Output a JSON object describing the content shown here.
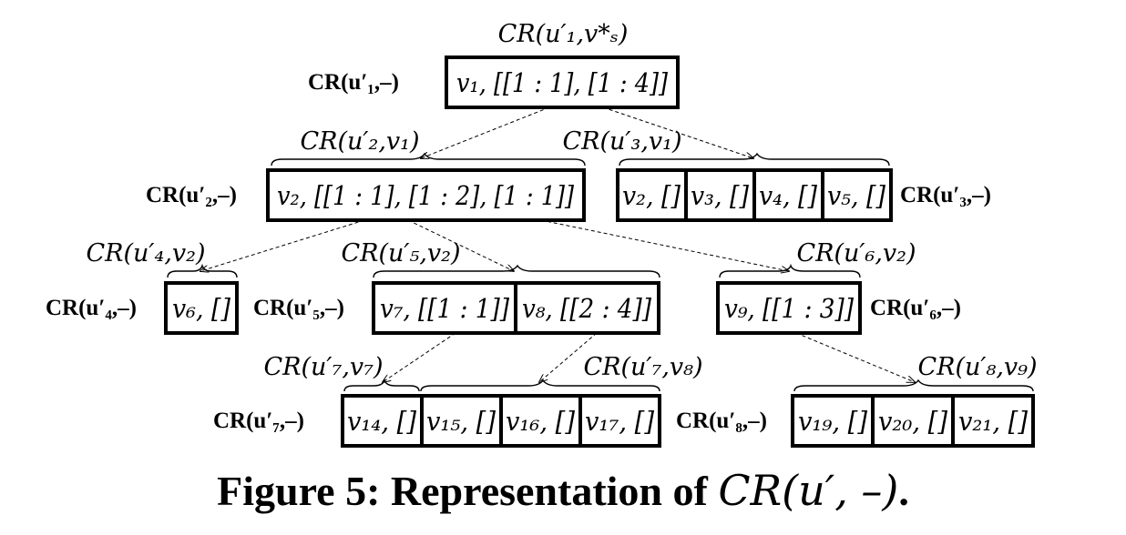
{
  "rows": [
    [
      {
        "id": "u1",
        "label": "CR(u′₁,–)",
        "group_label": "CR(u′₁,v*ₛ)",
        "cells": [
          "v₁, [[1 : 1], [1 : 4]]"
        ]
      }
    ],
    [
      {
        "id": "u2",
        "label": "CR(u′₂,–)",
        "group_label": "CR(u′₂,v₁)",
        "cells": [
          "v₂, [[1 : 1], [1 : 2], [1 : 1]]"
        ]
      },
      {
        "id": "u3",
        "label": "CR(u′₃,–)",
        "group_label": "CR(u′₃,v₁)",
        "cells": [
          "v₂, []",
          "v₃, []",
          "v₄, []",
          "v₅, []"
        ]
      }
    ],
    [
      {
        "id": "u4",
        "label": "CR(u′₄,–)",
        "group_label": "CR(u′₄,v₂)",
        "cells": [
          "v₆, []"
        ]
      },
      {
        "id": "u5",
        "label": "CR(u′₅,–)",
        "group_label": "CR(u′₅,v₂)",
        "cells": [
          "v₇, [[1 : 1]]",
          "v₈, [[2 : 4]]"
        ]
      },
      {
        "id": "u6",
        "label": "CR(u′₆,–)",
        "group_label": "CR(u′₆,v₂)",
        "cells": [
          "v₉, [[1 : 3]]"
        ]
      }
    ],
    [
      {
        "id": "u7",
        "label": "CR(u′₇,–)",
        "cells": [
          "v₁₄, []",
          "v₁₅, []",
          "v₁₆, []",
          "v₁₇, []"
        ]
      },
      {
        "id": "u8",
        "label": "CR(u′₈,–)",
        "group_label": "CR(u′₈,v₉)",
        "cells": [
          "v₁₉, []",
          "v₂₀, []",
          "v₂₁, []"
        ]
      }
    ]
  ],
  "subgroup_labels": {
    "u7a": "CR(u′₇,v₇)",
    "u7b": "CR(u′₇,v₈)"
  },
  "caption": {
    "prefix": "Figure 5: Representation of ",
    "math": "CR(u′, –)",
    "suffix": "."
  }
}
